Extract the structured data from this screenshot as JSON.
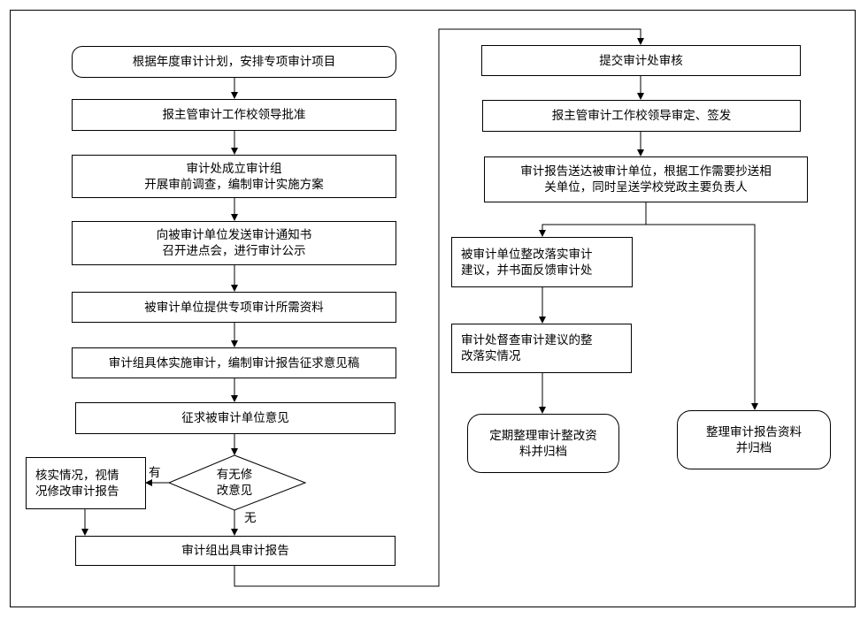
{
  "steps": {
    "s1": "根据年度审计计划，安排专项审计项目",
    "s2": "报主管审计工作校领导批准",
    "s3": "审计处成立审计组\n开展审前调查，编制审计实施方案",
    "s4": "向被审计单位发送审计通知书\n召开进点会，进行审计公示",
    "s5": "被审计单位提供专项审计所需资料",
    "s6": "审计组具体实施审计，编制审计报告征求意见稿",
    "s7": "征求被审计单位意见",
    "decision": "有无修\n改意见",
    "verify": "核实情况，视情\n况修改审计报告",
    "s8": "审计组出具审计报告",
    "r1": "提交审计处审核",
    "r2": "报主管审计工作校领导审定、签发",
    "r3": "审计报告送达被审计单位，根据工作需要抄送相\n关单位，同时呈送学校党政主要负责人",
    "r4": "被审计单位整改落实审计\n建议，并书面反馈审计处",
    "r5": "审计处督查审计建议的整\n改落实情况",
    "r6": "定期整理审计整改资\n料并归档",
    "r7": "整理审计报告资料\n并归档"
  },
  "branch_labels": {
    "yes": "有",
    "no": "无"
  }
}
